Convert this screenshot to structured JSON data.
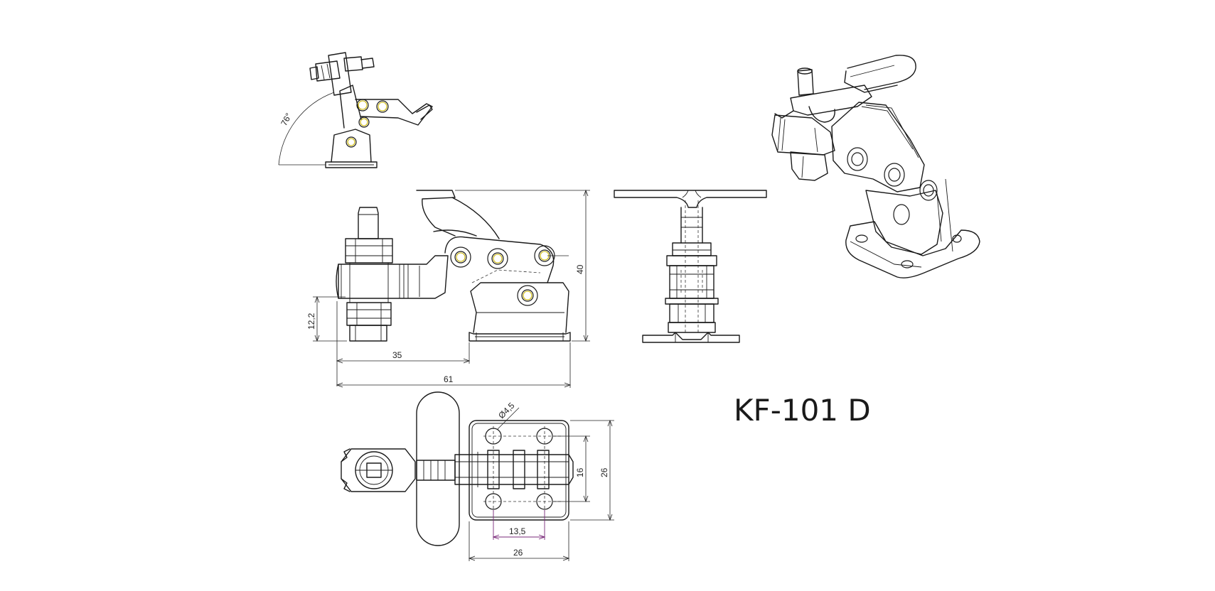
{
  "model": "KF-101 D",
  "dimensions": {
    "angle": "76°",
    "height_40": "40",
    "height_12_2": "12,2",
    "length_35": "35",
    "length_61": "61",
    "hole_dia": "Ø4,5",
    "width_16": "16",
    "width_26_v": "26",
    "spacing_13_5": "13,5",
    "width_26_h": "26"
  },
  "colors": {
    "pin_accent": "#c9b400",
    "dimension_accent": "#7a2a7a",
    "line": "#1a1a1a"
  }
}
